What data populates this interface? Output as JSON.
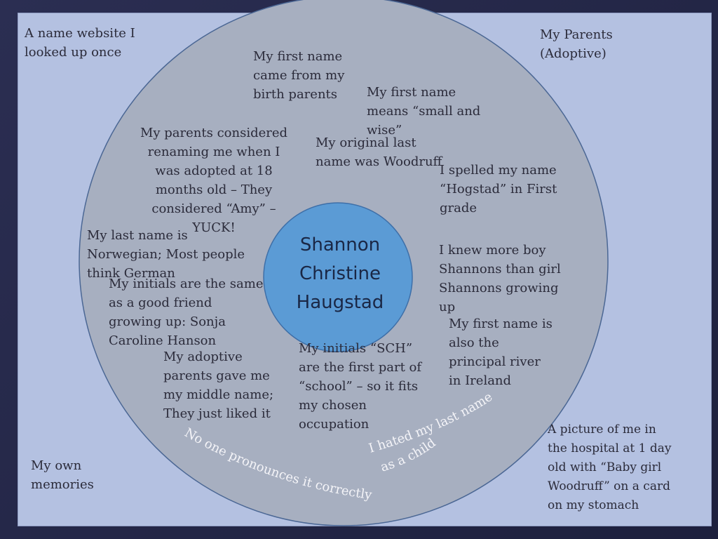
{
  "corners": {
    "top_left": "A name website I\nlooked up once",
    "top_right": "My Parents\n(Adoptive)",
    "bottom_left": "My own\nmemories",
    "bottom_right": "A picture of me in\nthe hospital at 1 day\nold with “Baby girl\nWoodruff” on a card\non my stomach"
  },
  "center": {
    "name": "Shannon\nChristine\nHaugstad"
  },
  "facts": {
    "first_name_birth": "My first name\ncame from my\nbirth parents",
    "first_name_means": "My first name\nmeans “small and\nwise”",
    "parents_considered": "My parents considered\nrenaming me when I\nwas adopted at 18\nmonths old – They\nconsidered “Amy” –\nYUCK!",
    "original_last": "My original last\nname was Woodruff",
    "spelled": "I spelled my name\n“Hogstad” in First\ngrade",
    "norwegian": "My last name is\nNorwegian; Most people\nthink German",
    "boy_shannons": "I knew more boy\nShannons than girl\nShannons growing\nup",
    "initials_friend": "My initials are the same\nas a good friend\ngrowing up:  Sonja\nCaroline Hanson",
    "river": "My first name is\nalso the\nprincipal river\nin Ireland",
    "initials_sch": "My initials “SCH”\nare the first part of\n“school” – so it fits\nmy chosen\noccupation",
    "middle_name": "My adoptive\nparents gave me\nmy middle name;\nThey just liked it"
  },
  "curved": {
    "hated": "I hated my last name",
    "as_child": "as a child",
    "pronounce": "No one pronounces it correctly"
  },
  "colors": {
    "panel": "#b4c1e1",
    "outer_circle": "#a7afc0",
    "inner_circle": "#5b9bd5",
    "frame": "#26294a"
  }
}
